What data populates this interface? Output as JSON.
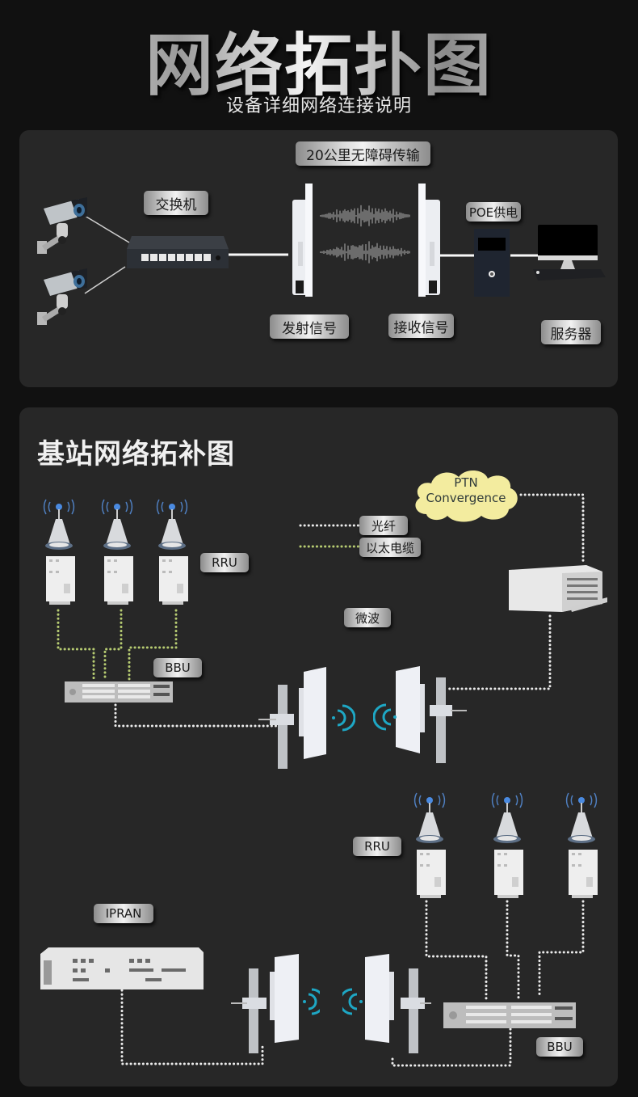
{
  "header": {
    "title": "网络拓扑图",
    "subtitle": "设备详细网络连接说明"
  },
  "panel1": {
    "labels": {
      "distance": "20公里无障碍传输",
      "switch": "交换机",
      "poe": "POE供电",
      "transmit": "发射信号",
      "receive": "接收信号",
      "server": "服务器"
    },
    "devices": [
      "camera",
      "camera",
      "switch",
      "transmitter-antenna",
      "receiver-antenna",
      "poe-injector",
      "server"
    ]
  },
  "panel2": {
    "title": "基站网络拓补图",
    "cloud": {
      "line1": "PTN",
      "line2": "Convergence",
      "color": "#f3ec9f"
    },
    "legend": [
      {
        "label": "光纤",
        "style": "white-dotted",
        "color": "#ececec"
      },
      {
        "label": "以太电缆",
        "style": "green-dotted",
        "color": "#b7cc72"
      }
    ],
    "labels": {
      "rru_top": "RRU",
      "bbu_top": "BBU",
      "microwave": "微波",
      "rru_bottom": "RRU",
      "ipran": "IPRAN",
      "bbu_bottom": "BBU"
    }
  }
}
